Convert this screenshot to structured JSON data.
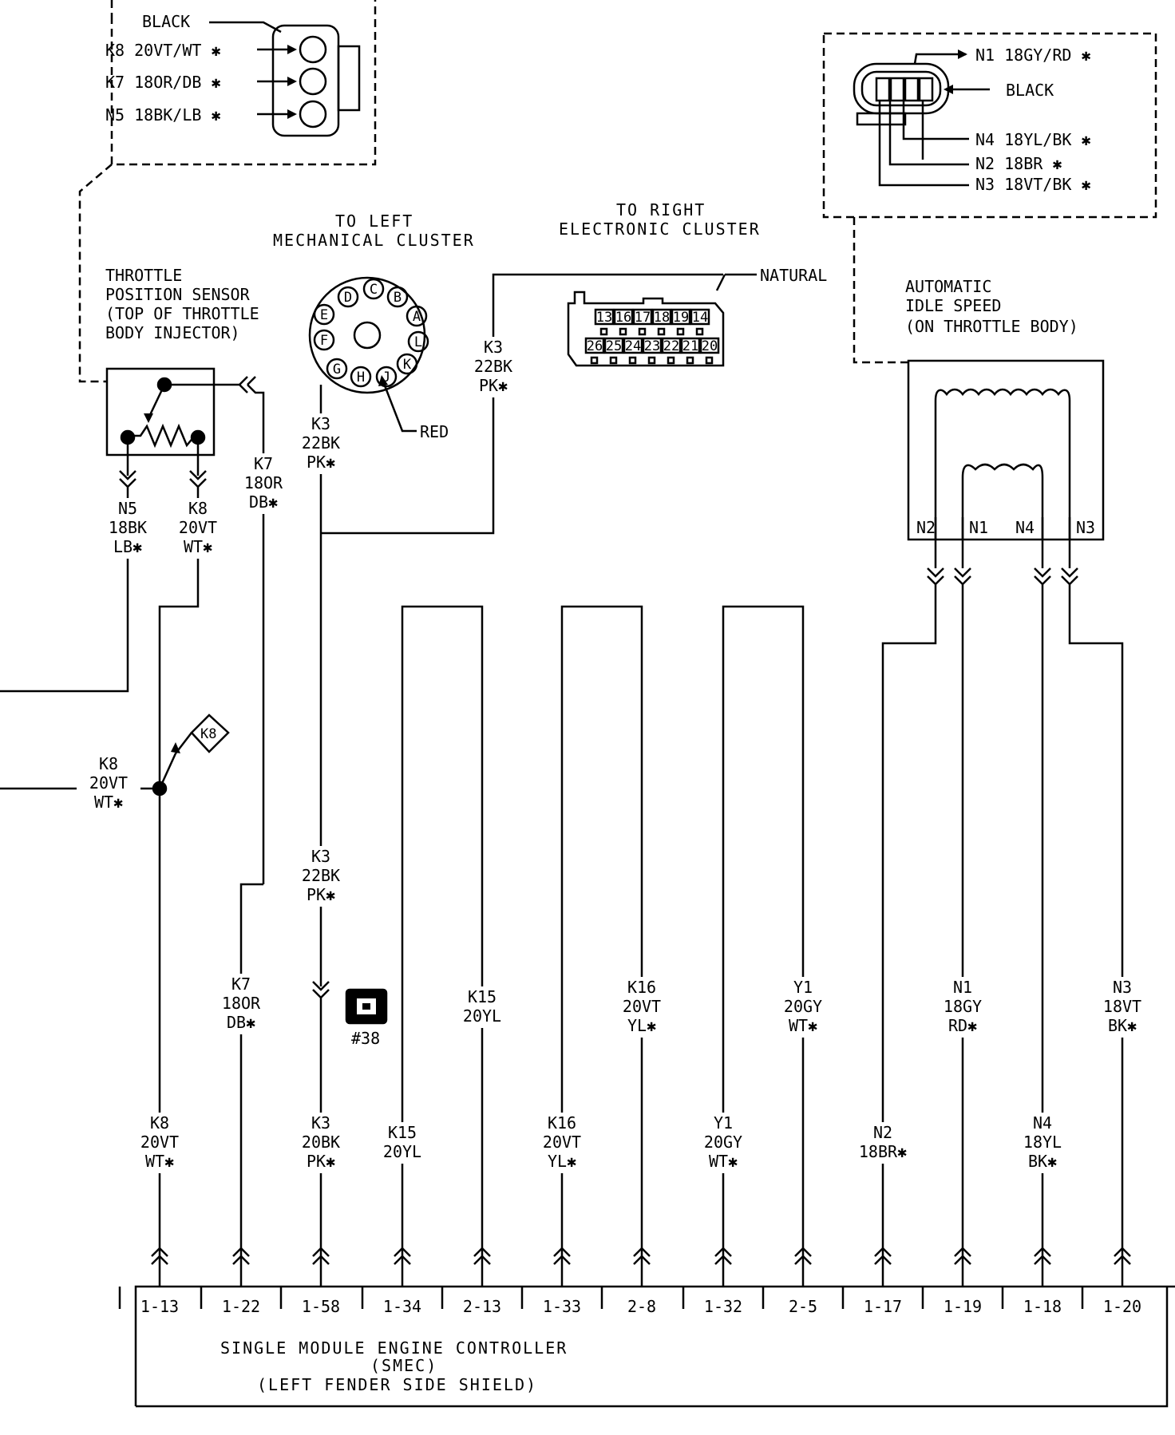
{
  "tps_connector": {
    "color_label": "BLACK",
    "pins": [
      "K8 20VT/WT ✱",
      "K7 18OR/DB ✱",
      "N5 18BK/LB ✱"
    ]
  },
  "iac_connector": {
    "color_label": "BLACK",
    "pins": [
      "N1 18GY/RD ✱",
      "N4 18YL/BK ✱",
      "N2 18BR ✱",
      "N3 18VT/BK ✱"
    ]
  },
  "mech_cluster": {
    "title": [
      "TO LEFT",
      "MECHANICAL CLUSTER"
    ],
    "pins": [
      "C",
      "B",
      "D",
      "A",
      "E",
      "F",
      "L",
      "K",
      "G",
      "H",
      "J"
    ],
    "color_label": "RED"
  },
  "elec_cluster": {
    "title": [
      "TO RIGHT",
      "ELECTRONIC CLUSTER"
    ],
    "color_label": "NATURAL",
    "top_pins": [
      "13",
      "16",
      "17",
      "18",
      "19",
      "14"
    ],
    "bottom_pins": [
      "26",
      "25",
      "24",
      "23",
      "22",
      "21",
      "20"
    ]
  },
  "tps": {
    "title": [
      "THROTTLE",
      "POSITION SENSOR",
      "(TOP OF THROTTLE",
      "BODY INJECTOR)"
    ]
  },
  "ais": {
    "title": [
      "AUTOMATIC",
      "IDLE SPEED",
      "(ON THROTTLE BODY)"
    ],
    "terminals": [
      "N2",
      "N1",
      "N4",
      "N3"
    ]
  },
  "wire_labels": {
    "n5": [
      "N5",
      "18BK",
      "LB✱"
    ],
    "k8_top": [
      "K8",
      "20VT",
      "WT✱"
    ],
    "k7_top": [
      "K7",
      "18OR",
      "DB✱"
    ],
    "k3_a": [
      "K3",
      "22BK",
      "PK✱"
    ],
    "k3_b": [
      "K3",
      "22BK",
      "PK✱"
    ],
    "k8_mid": [
      "K8",
      "20VT",
      "WT✱"
    ],
    "k8_diamond": "K8",
    "k3_c": [
      "K3",
      "22BK",
      "PK✱"
    ],
    "k7_mid": [
      "K7",
      "18OR",
      "DB✱"
    ],
    "k15_mid": [
      "K15",
      "20YL"
    ],
    "k16_mid": [
      "K16",
      "20VT",
      "YL✱"
    ],
    "y1_mid": [
      "Y1",
      "20GY",
      "WT✱"
    ],
    "n1_mid": [
      "N1",
      "18GY",
      "RD✱"
    ],
    "n3_mid": [
      "N3",
      "18VT",
      "BK✱"
    ],
    "ground_id": "#38",
    "k8_low": [
      "K8",
      "20VT",
      "WT✱"
    ],
    "k3_low": [
      "K3",
      "20BK",
      "PK✱"
    ],
    "k15_low": [
      "K15",
      "20YL"
    ],
    "k16_low": [
      "K16",
      "20VT",
      "YL✱"
    ],
    "y1_low": [
      "Y1",
      "20GY",
      "WT✱"
    ],
    "n2_low": [
      "N2",
      "18BR✱"
    ],
    "n4_low": [
      "N4",
      "18YL",
      "BK✱"
    ]
  },
  "smec": {
    "pins": [
      "1-13",
      "1-22",
      "1-58",
      "1-34",
      "2-13",
      "1-33",
      "2-8",
      "1-32",
      "2-5",
      "1-17",
      "1-19",
      "1-18",
      "1-20"
    ],
    "title": [
      "SINGLE MODULE ENGINE CONTROLLER",
      "(SMEC)",
      "(LEFT FENDER SIDE SHIELD)"
    ]
  }
}
